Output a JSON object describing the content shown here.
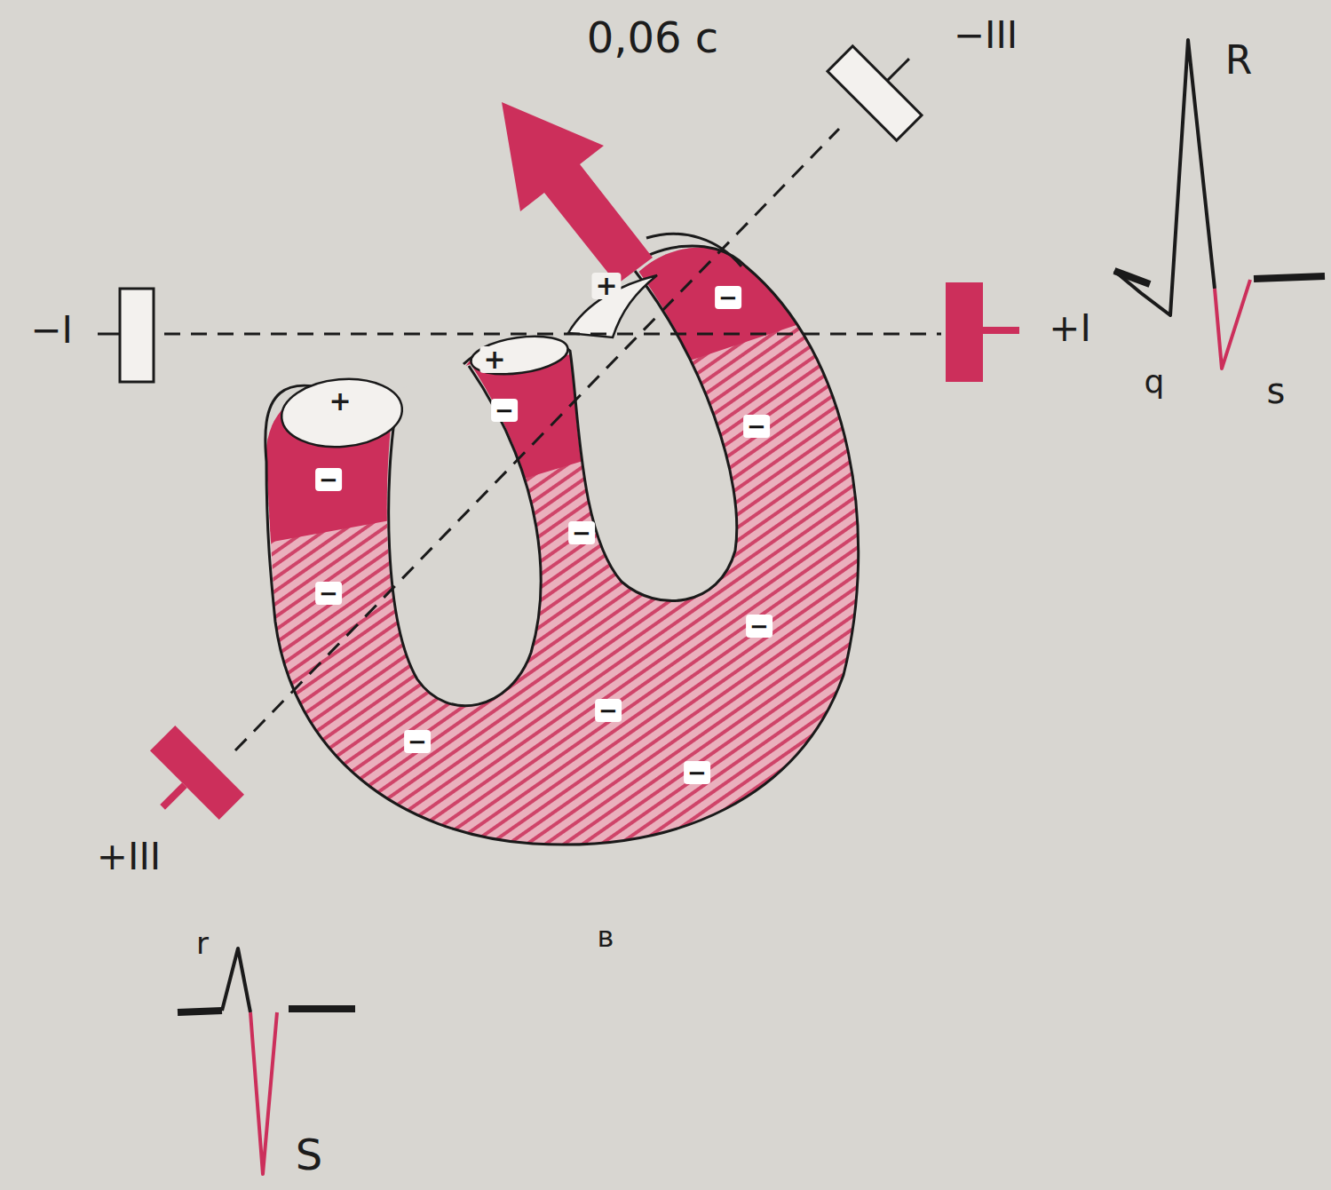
{
  "diagram": {
    "labels": [
      "0,06 с",
      "−III",
      "−I",
      "+I",
      "+III",
      "R",
      "q",
      "s",
      "r",
      "S",
      "в",
      "+",
      "+",
      "+",
      "−",
      "−",
      "−",
      "−",
      "−",
      "−",
      "−",
      "−",
      "−",
      "−"
    ]
  }
}
